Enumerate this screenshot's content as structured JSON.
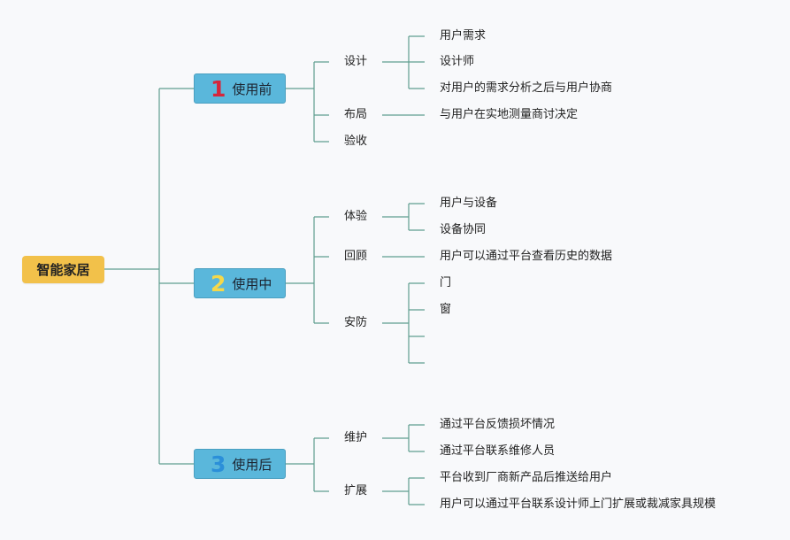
{
  "root": {
    "label": "智能家居"
  },
  "phases": [
    {
      "num": "1",
      "label": "使用前",
      "num_color": "#d6263b",
      "topics": [
        {
          "label": "设计",
          "items": [
            "用户需求",
            "设计师",
            "对用户的需求分析之后与用户协商"
          ]
        },
        {
          "label": "布局",
          "items": [
            "与用户在实地测量商讨决定"
          ]
        },
        {
          "label": "验收",
          "items": []
        }
      ]
    },
    {
      "num": "2",
      "label": "使用中",
      "num_color": "#f5d84a",
      "topics": [
        {
          "label": "体验",
          "items": [
            "用户与设备",
            "设备协同"
          ]
        },
        {
          "label": "回顾",
          "items": [
            "用户可以通过平台查看历史的数据"
          ]
        },
        {
          "label": "安防",
          "items": [
            "门",
            "窗",
            "",
            ""
          ]
        }
      ]
    },
    {
      "num": "3",
      "label": "使用后",
      "num_color": "#2b8fd9",
      "topics": [
        {
          "label": "维护",
          "items": [
            "通过平台反馈损坏情况",
            "通过平台联系维修人员"
          ]
        },
        {
          "label": "扩展",
          "items": [
            "平台收到厂商新产品后推送给用户",
            "用户可以通过平台联系设计师上门扩展或裁减家具规模"
          ]
        }
      ]
    }
  ],
  "colors": {
    "line": "#5f9e8f",
    "root_fill": "#f2c14a",
    "phase_fill": "#5ab7db"
  }
}
